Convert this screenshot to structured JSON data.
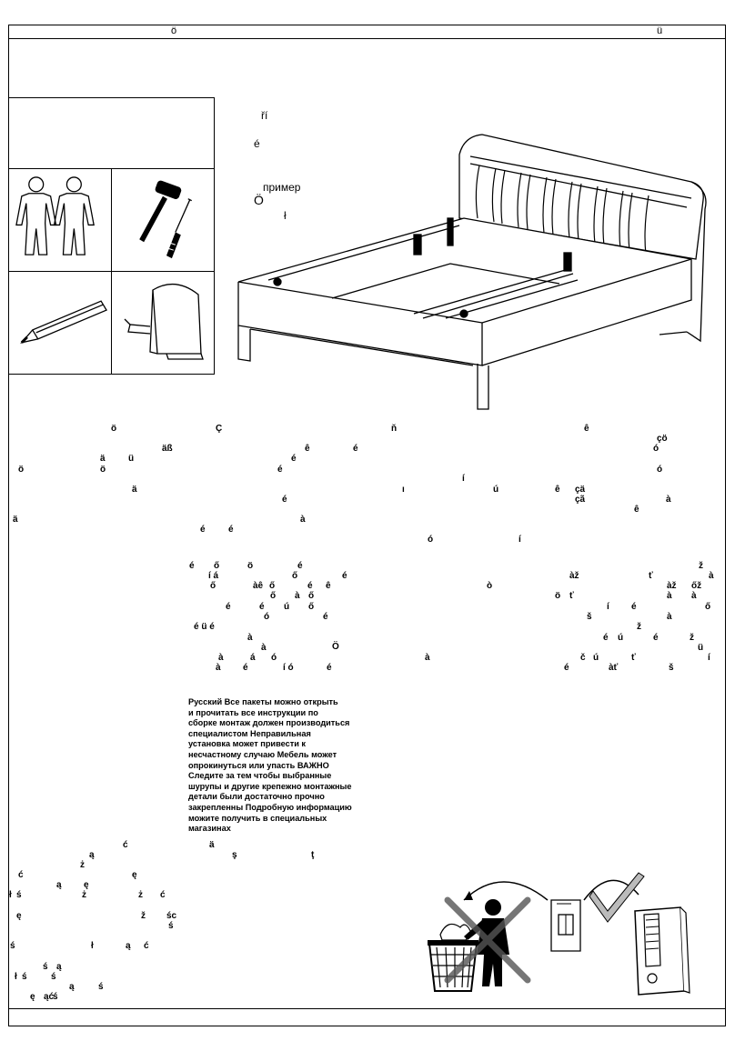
{
  "header": {
    "left_mark": "ö",
    "right_mark": "ü"
  },
  "legend": {
    "mark1": "ří",
    "mark2": "é",
    "example_word": "пример",
    "mark3": "Ö",
    "mark4": "ł"
  },
  "tool_icons": [
    "two-people-icon",
    "hammer-screwdriver-icon",
    "pencil-icon",
    "tape-measure-icon"
  ],
  "russian_notice": {
    "lines": [
      "Русский   Все пакеты можно открыть",
      "и прочитать все инструкции по",
      "сборке  монтаж должен производиться",
      "специалистом  Неправильная",
      "установка может привести к",
      "несчастному случаю  Мебель может",
      "опрокинуться или упасть ВАЖНО",
      "Следите за тем  чтобы выбранные",
      "шурупы и другие крепежно монтажные",
      "детали были достаточно  прочно",
      "закрепленны  Подробную информацию",
      "можите получить в специальных",
      "магазинах"
    ]
  },
  "scattered_marks": [
    "ö",
    "Ç",
    "ň",
    "ê",
    "çö",
    "äß",
    "ê",
    "é",
    "ó",
    "ä",
    "ü",
    "é",
    "ö",
    "ö",
    "é",
    "ó",
    "í",
    "ä",
    "ı",
    "ú",
    "ê",
    "çä",
    "çã",
    "à",
    "é",
    "ê",
    "ä",
    "à",
    "é",
    "é",
    "ó",
    "í",
    "é",
    "ő",
    "ö",
    "é",
    "ž",
    "í á",
    "ő",
    "é",
    "àž",
    "ť",
    "à",
    "ő",
    "àê",
    "ő",
    "ê",
    "é",
    "ò",
    "àž",
    "őž",
    "ő",
    "à",
    "ő",
    "ö",
    "ť",
    "à",
    "à",
    "é",
    "é",
    "ú",
    "ő",
    "í",
    "é",
    "ő",
    "ó",
    "é",
    "š",
    "à",
    "é ü é",
    "ž",
    "à",
    "é",
    "ú",
    "é",
    "ž",
    "à",
    "Ö",
    "ü",
    "à",
    "á",
    "ó",
    "à",
    "č",
    "ú",
    "ť",
    "í",
    "à",
    "é",
    "í ó",
    "é",
    "é",
    "àť",
    "š",
    "é"
  ],
  "bottom_left_marks": [
    "ć",
    "ä",
    "ą",
    "ż",
    "ş",
    "ţ",
    "ć",
    "ą",
    "ę",
    "ę",
    "ł",
    "ś",
    "ż",
    "ż",
    "ć",
    "ę",
    "ž",
    "śc",
    "ś",
    "ś",
    "ł",
    "ą",
    "ć",
    "ś",
    "ą",
    "ł",
    "ś",
    "ś",
    "ą",
    "ś",
    "ę",
    "ąć",
    "ś"
  ]
}
